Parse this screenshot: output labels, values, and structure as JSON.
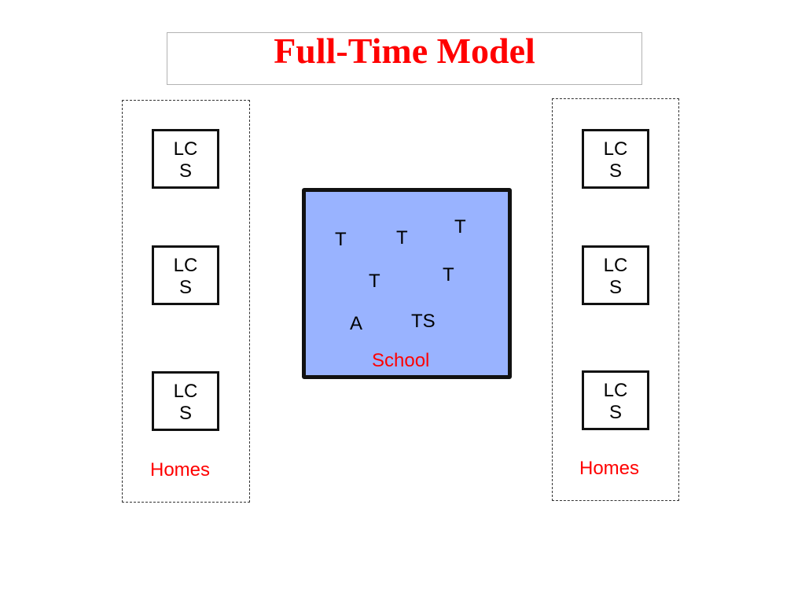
{
  "title": "Full-Time Model",
  "colors": {
    "title": "#ff0000",
    "label_red": "#ff0000",
    "school_fill": "#99b3ff",
    "border": "#111111"
  },
  "homes": {
    "left": {
      "label": "Homes",
      "boxes": [
        {
          "line1": "LC",
          "line2": "S"
        },
        {
          "line1": "LC",
          "line2": "S"
        },
        {
          "line1": "LC",
          "line2": "S"
        }
      ]
    },
    "right": {
      "label": "Homes",
      "boxes": [
        {
          "line1": "LC",
          "line2": "S"
        },
        {
          "line1": "LC",
          "line2": "S"
        },
        {
          "line1": "LC",
          "line2": "S"
        }
      ]
    }
  },
  "school": {
    "label": "School",
    "items": [
      "T",
      "T",
      "T",
      "T",
      "T",
      "A",
      "TS"
    ]
  }
}
